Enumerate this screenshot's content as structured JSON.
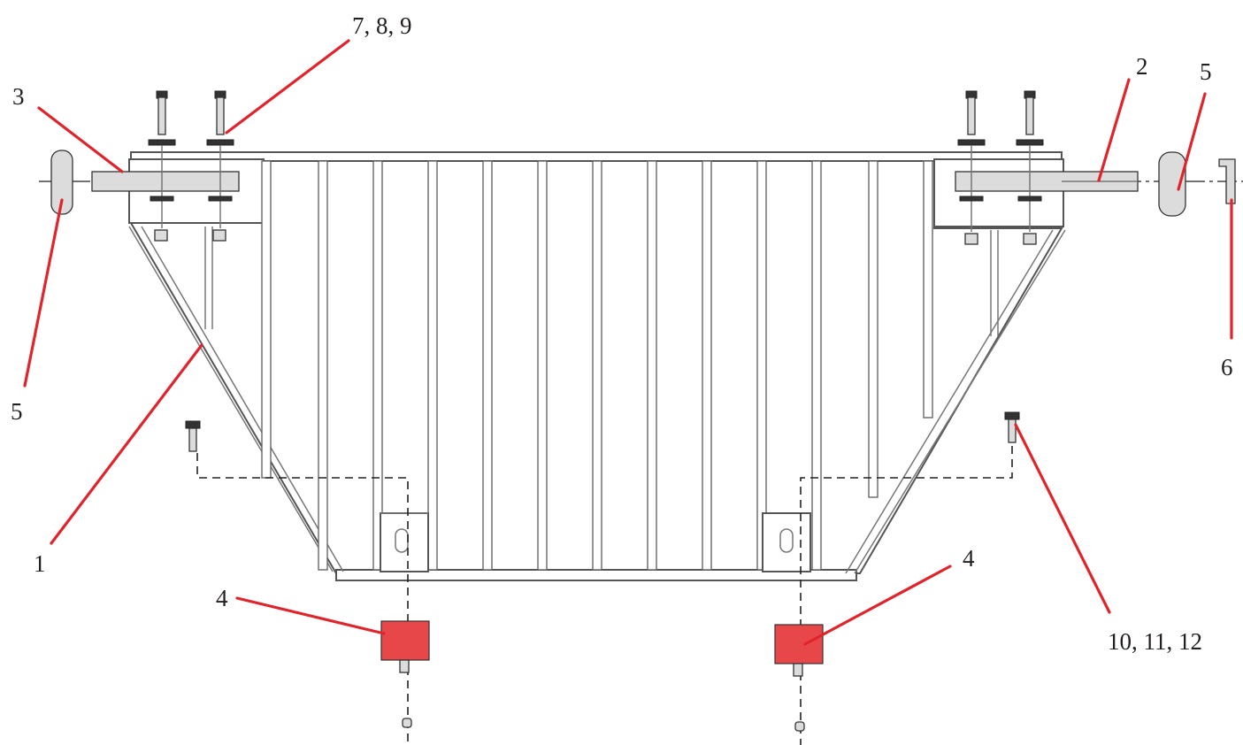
{
  "diagram": {
    "callouts": [
      {
        "id": "label-1",
        "text": "1"
      },
      {
        "id": "label-2",
        "text": "2"
      },
      {
        "id": "label-3",
        "text": "3"
      },
      {
        "id": "label-4-left",
        "text": "4"
      },
      {
        "id": "label-4-right",
        "text": "4"
      },
      {
        "id": "label-5-left",
        "text": "5"
      },
      {
        "id": "label-5-right",
        "text": "5"
      },
      {
        "id": "label-6",
        "text": "6"
      },
      {
        "id": "label-7-8-9",
        "text": "7, 8, 9"
      },
      {
        "id": "label-10-11-12",
        "text": "10, 11, 12"
      }
    ],
    "colors": {
      "leader": "#e0242b",
      "pad": "#e8474a",
      "line": "#555555",
      "text": "#231f20"
    }
  }
}
